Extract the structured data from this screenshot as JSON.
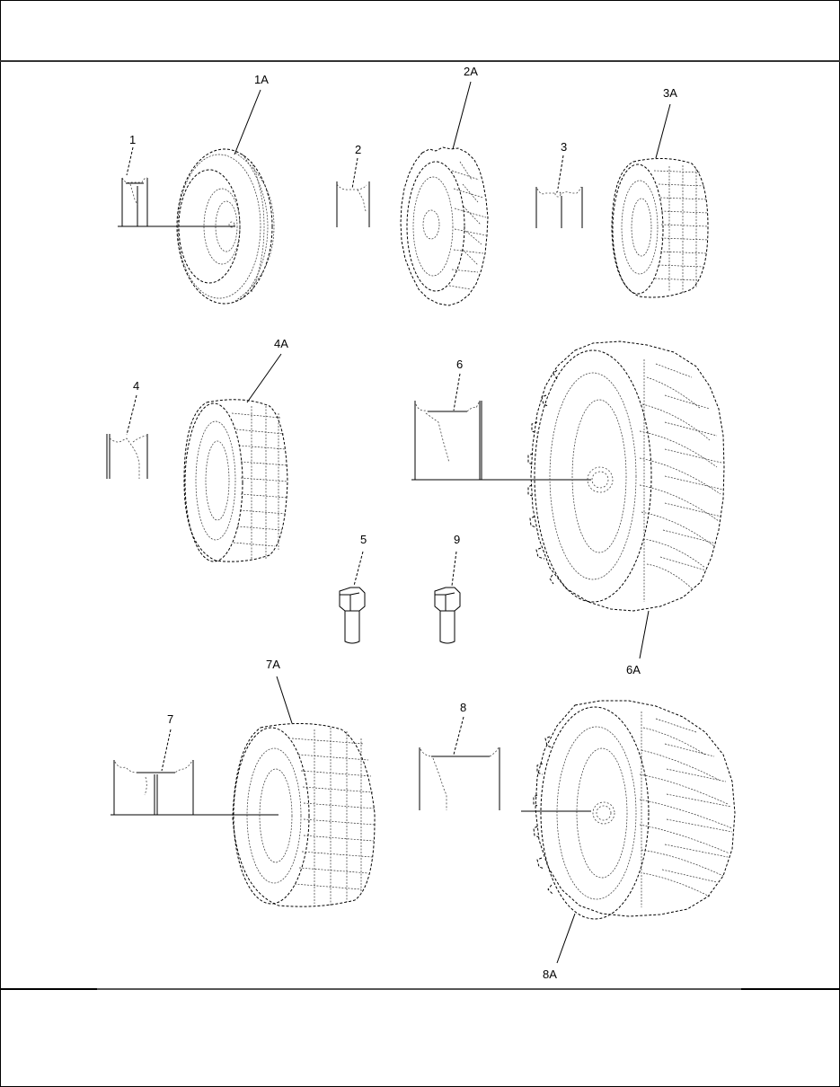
{
  "page": {
    "header_text": "",
    "footer_text": ""
  },
  "diagram": {
    "callouts": {
      "c1": "1",
      "c1A": "1A",
      "c2": "2",
      "c2A": "2A",
      "c3": "3",
      "c3A": "3A",
      "c4": "4",
      "c4A": "4A",
      "c5": "5",
      "c6": "6",
      "c6A": "6A",
      "c7": "7",
      "c7A": "7A",
      "c8": "8",
      "c8A": "8A",
      "c9": "9"
    },
    "parts": [
      {
        "id": "1",
        "kind": "rim"
      },
      {
        "id": "1A",
        "kind": "tire-highway-rib"
      },
      {
        "id": "2",
        "kind": "rim"
      },
      {
        "id": "2A",
        "kind": "tire-ag-lug"
      },
      {
        "id": "3",
        "kind": "rim"
      },
      {
        "id": "3A",
        "kind": "tire-turf"
      },
      {
        "id": "4",
        "kind": "rim"
      },
      {
        "id": "4A",
        "kind": "tire-turf"
      },
      {
        "id": "5",
        "kind": "bolt"
      },
      {
        "id": "6",
        "kind": "rim"
      },
      {
        "id": "6A",
        "kind": "tire-ag-lug-large"
      },
      {
        "id": "7",
        "kind": "rim"
      },
      {
        "id": "7A",
        "kind": "tire-turf-wide"
      },
      {
        "id": "8",
        "kind": "rim"
      },
      {
        "id": "8A",
        "kind": "tire-ag-lug-large"
      },
      {
        "id": "9",
        "kind": "bolt"
      }
    ]
  }
}
